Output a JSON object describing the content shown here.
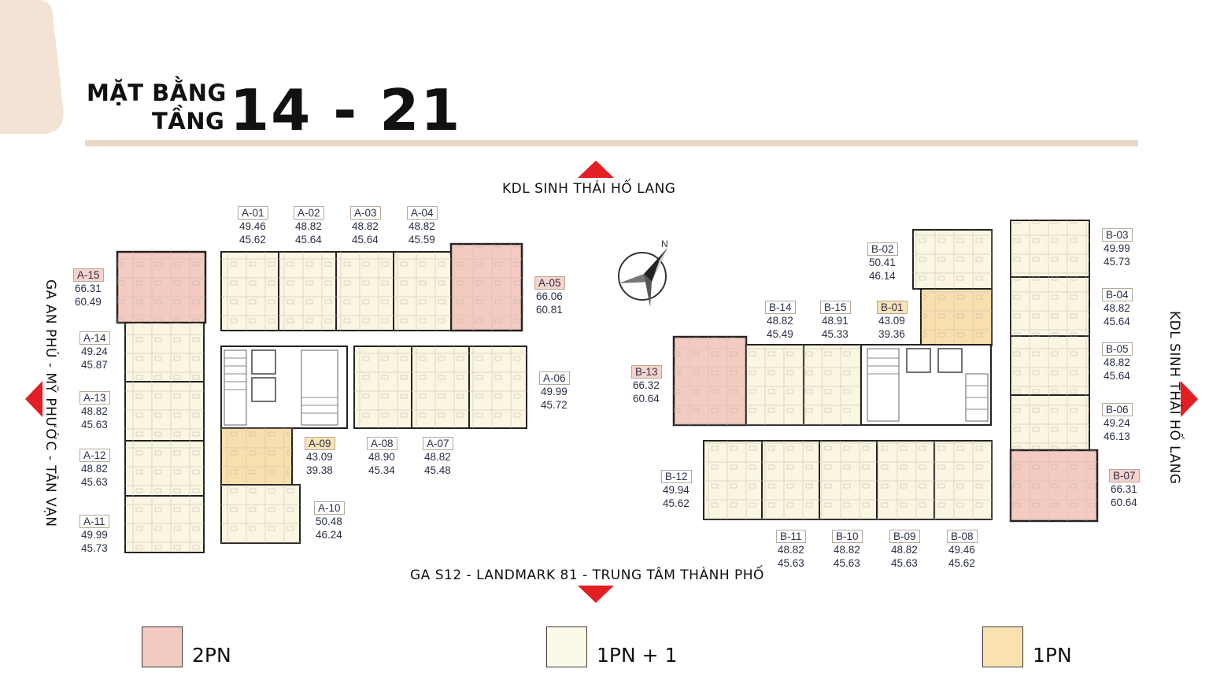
{
  "title": {
    "line1": "MẶT BẰNG",
    "line2": "TẦNG",
    "floors": "14 - 21"
  },
  "directions": {
    "top": "KDL SINH THÁI HỐ LANG",
    "bottom": "GA S12 - LANDMARK 81 - TRUNG TÂM THÀNH PHỐ",
    "left": "GA AN PHÚ - MỸ PHƯỚC - TÂN VẠN",
    "right": "KDL SINH THÁI HỐ LANG"
  },
  "legend": [
    {
      "label": "2PN",
      "color": "#f4cbc0"
    },
    {
      "label": "1PN + 1",
      "color": "#fdf9e8"
    },
    {
      "label": "1PN",
      "color": "#fae2b0"
    }
  ],
  "colors": {
    "two_bed": "#f4cbc0",
    "one_plus": "#fbf6e2",
    "one_bed": "#f9dfae",
    "accent_red": "#e31e24",
    "rule": "#ead8c6",
    "corner": "#f2e3d4"
  },
  "units": {
    "A-01": {
      "code": "A-01",
      "area1": "49.46",
      "area2": "45.62",
      "type": "1PN + 1"
    },
    "A-02": {
      "code": "A-02",
      "area1": "48.82",
      "area2": "45.64",
      "type": "1PN + 1"
    },
    "A-03": {
      "code": "A-03",
      "area1": "48.82",
      "area2": "45.64",
      "type": "1PN + 1"
    },
    "A-04": {
      "code": "A-04",
      "area1": "48.82",
      "area2": "45.59",
      "type": "1PN + 1"
    },
    "A-05": {
      "code": "A-05",
      "area1": "66.06",
      "area2": "60.81",
      "type": "2PN"
    },
    "A-06": {
      "code": "A-06",
      "area1": "49.99",
      "area2": "45.72",
      "type": "1PN + 1"
    },
    "A-07": {
      "code": "A-07",
      "area1": "48.82",
      "area2": "45.48",
      "type": "1PN + 1"
    },
    "A-08": {
      "code": "A-08",
      "area1": "48.90",
      "area2": "45.34",
      "type": "1PN + 1"
    },
    "A-09": {
      "code": "A-09",
      "area1": "43.09",
      "area2": "39.38",
      "type": "1PN"
    },
    "A-10": {
      "code": "A-10",
      "area1": "50.48",
      "area2": "46.24",
      "type": "1PN + 1"
    },
    "A-11": {
      "code": "A-11",
      "area1": "49.99",
      "area2": "45.73",
      "type": "1PN + 1"
    },
    "A-12": {
      "code": "A-12",
      "area1": "48.82",
      "area2": "45.63",
      "type": "1PN + 1"
    },
    "A-13": {
      "code": "A-13",
      "area1": "48.82",
      "area2": "45.63",
      "type": "1PN + 1"
    },
    "A-14": {
      "code": "A-14",
      "area1": "49.24",
      "area2": "45.87",
      "type": "1PN + 1"
    },
    "A-15": {
      "code": "A-15",
      "area1": "66.31",
      "area2": "60.49",
      "type": "2PN"
    },
    "B-01": {
      "code": "B-01",
      "area1": "43.09",
      "area2": "39.36",
      "type": "1PN"
    },
    "B-02": {
      "code": "B-02",
      "area1": "50.41",
      "area2": "46.14",
      "type": "1PN + 1"
    },
    "B-03": {
      "code": "B-03",
      "area1": "49.99",
      "area2": "45.73",
      "type": "1PN + 1"
    },
    "B-04": {
      "code": "B-04",
      "area1": "48.82",
      "area2": "45.64",
      "type": "1PN + 1"
    },
    "B-05": {
      "code": "B-05",
      "area1": "48.82",
      "area2": "45.64",
      "type": "1PN + 1"
    },
    "B-06": {
      "code": "B-06",
      "area1": "49.24",
      "area2": "46.13",
      "type": "1PN + 1"
    },
    "B-07": {
      "code": "B-07",
      "area1": "66.31",
      "area2": "60.64",
      "type": "2PN"
    },
    "B-08": {
      "code": "B-08",
      "area1": "49.46",
      "area2": "45.62",
      "type": "1PN + 1"
    },
    "B-09": {
      "code": "B-09",
      "area1": "48.82",
      "area2": "45.63",
      "type": "1PN + 1"
    },
    "B-10": {
      "code": "B-10",
      "area1": "48.82",
      "area2": "45.63",
      "type": "1PN + 1"
    },
    "B-11": {
      "code": "B-11",
      "area1": "48.82",
      "area2": "45.63",
      "type": "1PN + 1"
    },
    "B-12": {
      "code": "B-12",
      "area1": "49.94",
      "area2": "45.62",
      "type": "1PN + 1"
    },
    "B-13": {
      "code": "B-13",
      "area1": "66.32",
      "area2": "60.64",
      "type": "2PN"
    },
    "B-14": {
      "code": "B-14",
      "area1": "48.82",
      "area2": "45.49",
      "type": "1PN + 1"
    },
    "B-15": {
      "code": "B-15",
      "area1": "48.91",
      "area2": "45.33",
      "type": "1PN + 1"
    }
  }
}
